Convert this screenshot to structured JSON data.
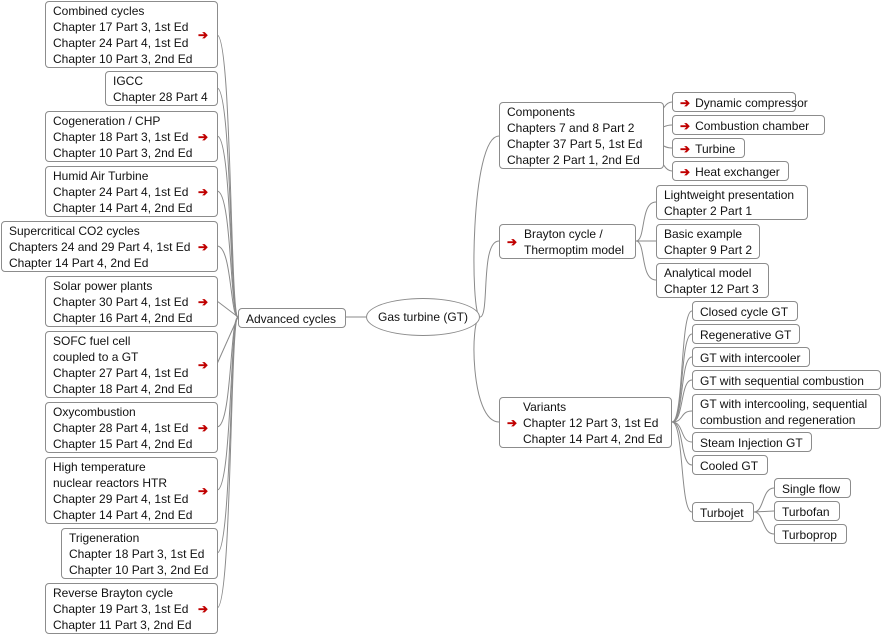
{
  "root": "Gas turbine (GT)",
  "advanced": "Advanced cycles",
  "left_nodes": [
    {
      "lines": [
        "Combined cycles",
        "Chapter 17 Part 3, 1st Ed",
        "Chapter 24 Part 4, 1st Ed",
        "Chapter 10 Part 3, 2nd Ed"
      ]
    },
    {
      "lines": [
        "IGCC",
        "Chapter 28 Part 4"
      ]
    },
    {
      "lines": [
        "Cogeneration / CHP",
        "Chapter 18 Part 3, 1st Ed",
        "Chapter 10 Part 3, 2nd Ed"
      ]
    },
    {
      "lines": [
        "Humid Air Turbine",
        "Chapter 24 Part 4, 1st Ed",
        "Chapter 14 Part 4, 2nd Ed"
      ]
    },
    {
      "lines": [
        "Supercritical CO2 cycles",
        "Chapters 24 and 29 Part 4, 1st Ed",
        "Chapter 14 Part 4, 2nd Ed"
      ]
    },
    {
      "lines": [
        "Solar power plants",
        "Chapter 30 Part 4, 1st Ed",
        "Chapter 16 Part 4, 2nd Ed"
      ]
    },
    {
      "lines": [
        "SOFC fuel cell",
        "coupled to a GT",
        "Chapter 27 Part 4, 1st Ed",
        "Chapter 18 Part 4, 2nd Ed"
      ]
    },
    {
      "lines": [
        "Oxycombustion",
        "Chapter 28 Part 4, 1st Ed",
        "Chapter 15 Part 4, 2nd Ed"
      ]
    },
    {
      "lines": [
        "High temperature",
        "nuclear reactors HTR",
        "Chapter 29 Part 4, 1st Ed",
        "Chapter 14 Part 4, 2nd Ed"
      ]
    },
    {
      "lines": [
        "Trigeneration",
        "Chapter 18 Part 3, 1st Ed",
        "Chapter 10 Part 3, 2nd Ed"
      ]
    },
    {
      "lines": [
        "Reverse Brayton cycle",
        "Chapter 19 Part 3, 1st Ed",
        "Chapter 11 Part 3, 2nd Ed"
      ]
    }
  ],
  "components": {
    "lines": [
      "Components",
      "Chapters 7 and 8 Part 2",
      "Chapter 37 Part 5, 1st Ed",
      "Chapter 2 Part 1, 2nd Ed"
    ]
  },
  "component_items": [
    "Dynamic compressor",
    "Combustion chamber",
    "Turbine",
    "Heat exchanger"
  ],
  "brayton": {
    "lines": [
      "Brayton cycle /",
      "Thermoptim model"
    ]
  },
  "brayton_items": [
    {
      "lines": [
        "Lightweight presentation",
        "Chapter 2 Part 1"
      ]
    },
    {
      "lines": [
        "Basic example",
        "Chapter 9 Part 2"
      ]
    },
    {
      "lines": [
        "Analytical model",
        "Chapter 12 Part 3"
      ]
    }
  ],
  "variants": {
    "lines": [
      "Variants",
      "Chapter 12 Part 3, 1st Ed",
      "Chapter 14 Part 4, 2nd Ed"
    ]
  },
  "variant_items": [
    {
      "lines": [
        "Closed cycle GT"
      ]
    },
    {
      "lines": [
        "Regenerative GT"
      ]
    },
    {
      "lines": [
        "GT with intercooler"
      ]
    },
    {
      "lines": [
        "GT with sequential combustion"
      ]
    },
    {
      "lines": [
        "GT with intercooling, sequential",
        "combustion and regeneration"
      ]
    },
    {
      "lines": [
        "Steam Injection GT"
      ]
    },
    {
      "lines": [
        "Cooled GT"
      ]
    },
    {
      "lines": [
        "Turbojet"
      ]
    }
  ],
  "turbojet_items": [
    "Single flow",
    "Turbofan",
    "Turboprop"
  ],
  "link_arrow_glyph": "➔",
  "colors": {
    "border": "#8c8c8c",
    "link": "#8a8a8a",
    "arrow": "#c00000"
  }
}
